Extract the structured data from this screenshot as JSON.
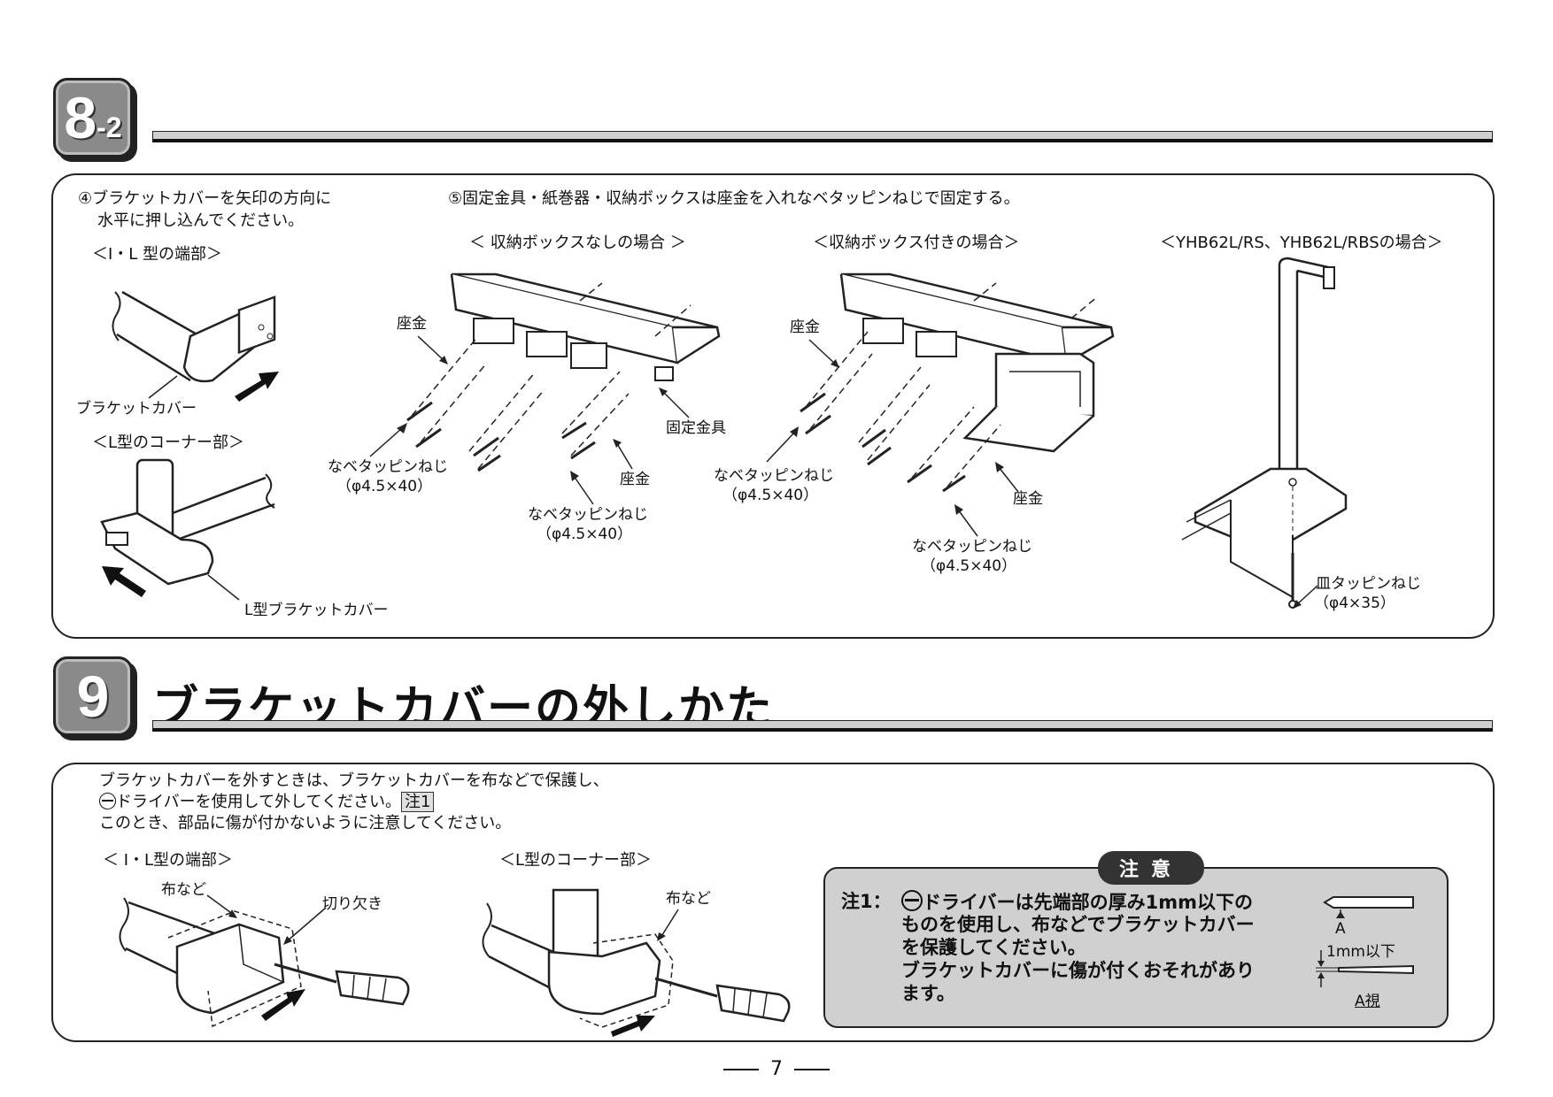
{
  "section8": {
    "badge_num": "8",
    "badge_sub": "-2",
    "step4": {
      "line1": "④ブラケットカバーを矢印の方向に",
      "line2": "水平に押し込んでください。",
      "il_end_title": "＜I・L 型の端部＞",
      "bracket_cover_label": "ブラケットカバー",
      "l_corner_title": "＜L型のコーナー部＞",
      "l_bracket_cover_label": "L型ブラケットカバー"
    },
    "step5": {
      "instruction": "⑤固定金具・紙巻器・収納ボックスは座金を入れなベタッピンねじで固定する。",
      "no_box": {
        "title": "＜ 収納ボックスなしの場合 ＞",
        "washer_label_1": "座金",
        "washer_label_2": "座金",
        "fixture_label": "固定金具",
        "screw_label_1a": "なベタッピンねじ",
        "screw_label_1b": "（φ4.5×40）",
        "screw_label_2a": "なベタッピンねじ",
        "screw_label_2b": "（φ4.5×40）"
      },
      "with_box": {
        "title": "＜収納ボックス付きの場合＞",
        "washer_label_1": "座金",
        "washer_label_2": "座金",
        "screw_label_1a": "なベタッピンねじ",
        "screw_label_1b": "（φ4.5×40）",
        "screw_label_2a": "なベタッピンねじ",
        "screw_label_2b": "（φ4.5×40）"
      },
      "yhb": {
        "title": "＜YHB62L/RS、YHB62L/RBSの場合＞",
        "screw_label_a": "皿タッピンねじ",
        "screw_label_b": "（φ4×35）"
      }
    }
  },
  "section9": {
    "badge_num": "9",
    "title": "ブラケットカバーの外しかた",
    "body_line1": "ブラケットカバーを外すときは、ブラケットカバーを布などで保護し、",
    "body_line2": "ドライバーを使用して外してください。",
    "note_ref": "注1",
    "body_line3": "このとき、部品に傷が付かないように注意してください。",
    "il_end_title": "＜ I・L型の端部＞",
    "cloth_label_1": "布など",
    "notch_label": "切り欠き",
    "l_corner_title": "＜L型のコーナー部＞",
    "cloth_label_2": "布など",
    "caution": {
      "tab": "注意",
      "note_label": "注1：",
      "line1": "ドライバーは先端部の厚み1mm以下の",
      "line2": "ものを使用し、布などでブラケットカバー",
      "line3": "を保護してください。",
      "line4": "ブラケットカバーに傷が付くおそれがあり",
      "line5": "ます。",
      "label_a": "A",
      "label_1mm": "1mm以下",
      "label_a_view": "A視"
    }
  },
  "page_number": "7"
}
